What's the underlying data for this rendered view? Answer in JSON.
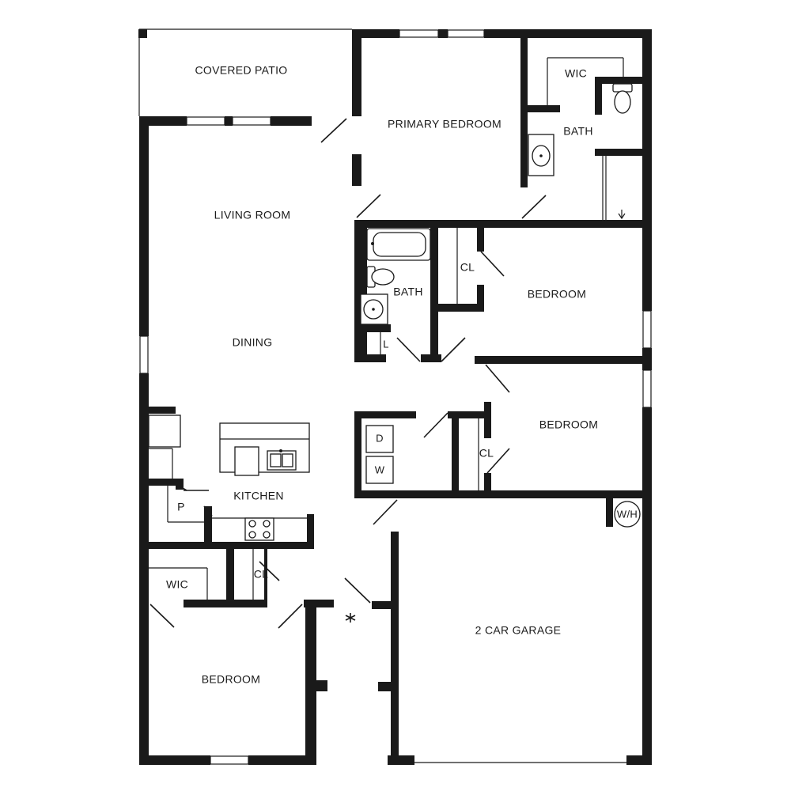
{
  "rooms": {
    "covered_patio": "COVERED PATIO",
    "primary_bedroom": "PRIMARY BEDROOM",
    "wic_primary": "WIC",
    "bath_primary": "BATH",
    "living_room": "LIVING ROOM",
    "dining": "DINING",
    "bath_hall": "BATH",
    "closet_bedroom2": "CL",
    "bedroom2": "BEDROOM",
    "linen": "L",
    "dryer": "D",
    "washer": "W",
    "closet_bedroom3": "CL",
    "bedroom3": "BEDROOM",
    "pantry": "P",
    "kitchen": "KITCHEN",
    "water_heater": "W/H",
    "wic_bedroom4": "WIC",
    "closet_entry": "CL",
    "bedroom4": "BEDROOM",
    "garage": "2 CAR GARAGE"
  }
}
